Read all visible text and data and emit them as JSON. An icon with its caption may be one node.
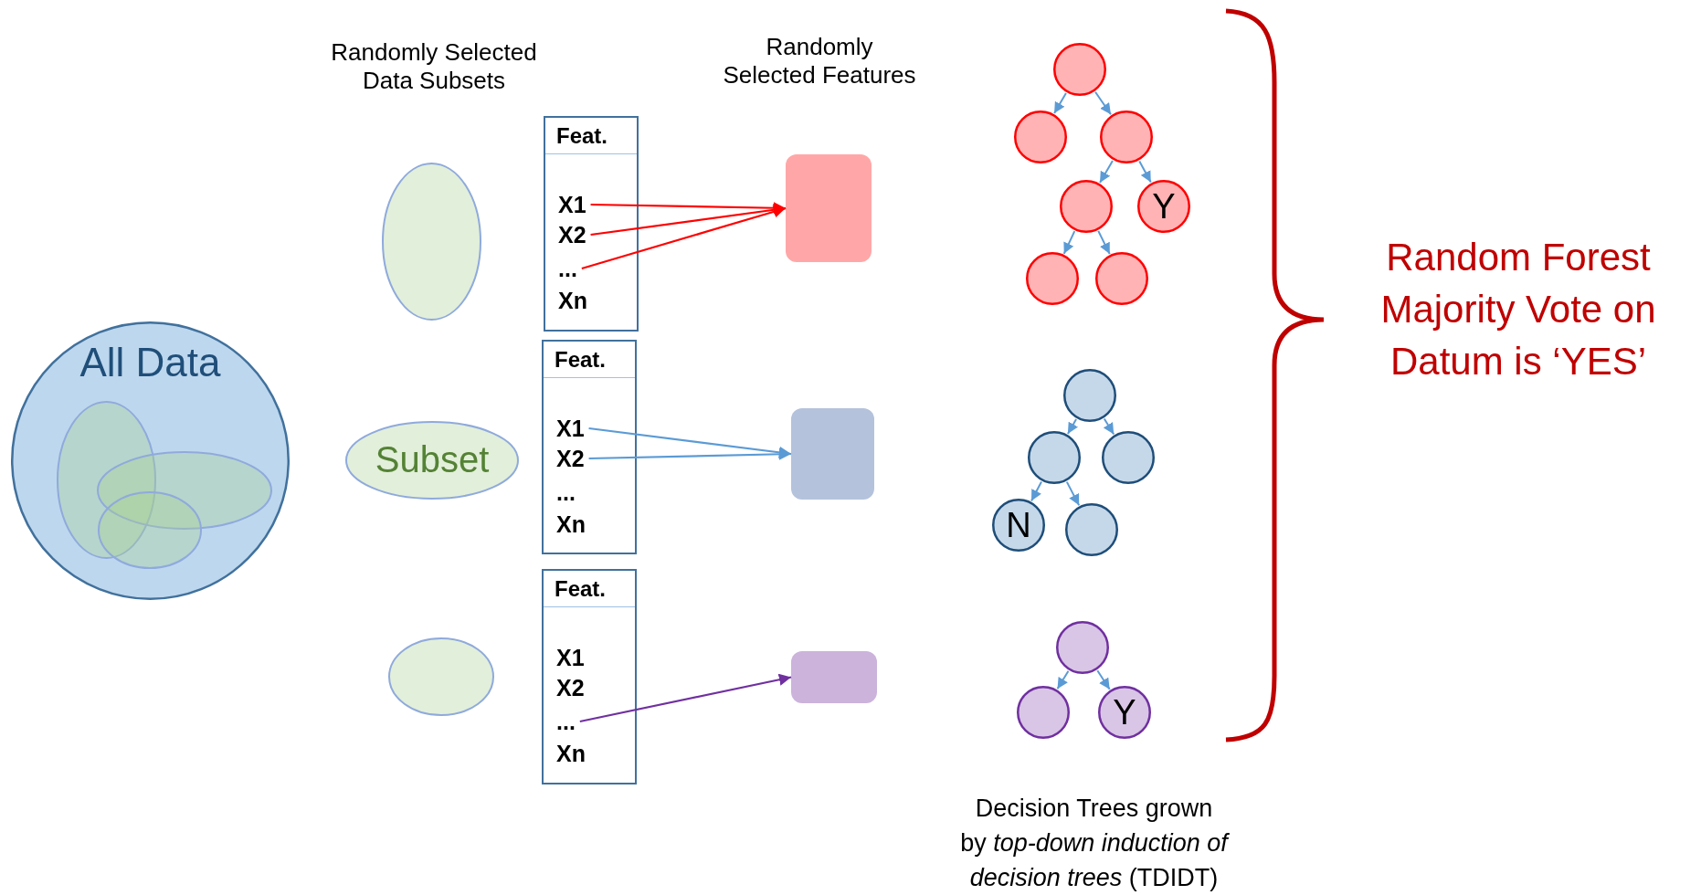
{
  "diagram": {
    "nodes": [
      {
        "text": [
          "All Data"
        ]
      },
      {
        "text": [],
        "shape": "ellipse",
        "in": 0
      },
      {
        "text": [],
        "shape": "ellipse",
        "in": 0
      },
      {
        "text": [],
        "shape": "ellipse",
        "in": 0
      },
      {
        "text": [],
        "shape": "ellipse"
      },
      {
        "text": [
          "Subset"
        ]
      },
      {
        "text": [],
        "shape": "ellipse"
      },
      {
        "text": [
          "Feat."
        ]
      },
      {
        "text": [
          "X1"
        ],
        "in": 7
      },
      {
        "text": [
          "X2"
        ],
        "in": 7
      },
      {
        "text": [
          "..."
        ],
        "in": 7
      },
      {
        "text": [
          "Xn"
        ],
        "in": 7
      },
      {
        "text": [
          "Feat."
        ]
      },
      {
        "text": [
          "X1"
        ],
        "in": 12
      },
      {
        "text": [
          "X2"
        ],
        "in": 12
      },
      {
        "text": [
          "..."
        ],
        "in": 12
      },
      {
        "text": [
          "Xn"
        ],
        "in": 12
      },
      {
        "text": [
          "Feat."
        ]
      },
      {
        "text": [
          "X1"
        ],
        "in": 17
      },
      {
        "text": [
          "X2"
        ],
        "in": 17
      },
      {
        "text": [
          "..."
        ],
        "in": 17
      },
      {
        "text": [
          "Xn"
        ],
        "in": 17
      },
      {
        "text": [],
        "shape": "box"
      },
      {
        "text": [],
        "shape": "box"
      },
      {
        "text": [],
        "shape": "box"
      },
      {
        "text": [],
        "shape": "circle"
      },
      {
        "text": [],
        "shape": "circle"
      },
      {
        "text": [],
        "shape": "circle"
      },
      {
        "text": [],
        "shape": "circle"
      },
      {
        "text": [
          "Y"
        ]
      },
      {
        "text": [],
        "shape": "circle"
      },
      {
        "text": [],
        "shape": "circle"
      },
      {
        "text": [],
        "shape": "circle"
      },
      {
        "text": [],
        "shape": "circle"
      },
      {
        "text": [],
        "shape": "circle"
      },
      {
        "text": [
          "N"
        ]
      },
      {
        "text": [],
        "shape": "circle"
      },
      {
        "text": [],
        "shape": "circle"
      },
      {
        "text": [],
        "shape": "circle"
      },
      {
        "text": [
          "Y"
        ]
      }
    ],
    "edges": [
      {
        "from": 8,
        "to": 22,
        "arrow": "to",
        "color": "#ff0000"
      },
      {
        "from": 9,
        "to": 22,
        "arrow": "to",
        "color": "#ff0000"
      },
      {
        "from": 10,
        "to": 22,
        "arrow": "to",
        "color": "#ff0000"
      },
      {
        "from": 13,
        "to": 23,
        "arrow": "to"
      },
      {
        "from": 14,
        "to": 23,
        "arrow": "to"
      },
      {
        "from": 20,
        "to": 24,
        "arrow": "to",
        "color": "#7030a0"
      },
      {
        "from": 25,
        "to": 26,
        "arrow": "to"
      },
      {
        "from": 25,
        "to": 27,
        "arrow": "to"
      },
      {
        "from": 27,
        "to": 28,
        "arrow": "to"
      },
      {
        "from": 27,
        "to": 29,
        "arrow": "to"
      },
      {
        "from": 28,
        "to": 30,
        "arrow": "to"
      },
      {
        "from": 28,
        "to": 31,
        "arrow": "to"
      },
      {
        "from": 32,
        "to": 33,
        "arrow": "to"
      },
      {
        "from": 32,
        "to": 34,
        "arrow": "to"
      },
      {
        "from": 33,
        "to": 35,
        "arrow": "to"
      },
      {
        "from": 33,
        "to": 36,
        "arrow": "to"
      },
      {
        "from": 37,
        "to": 38,
        "arrow": "to"
      },
      {
        "from": 37,
        "to": 39,
        "arrow": "to"
      }
    ],
    "labels": [
      "Randomly Selected Data Subsets",
      "Randomly Selected Features",
      "Random Forest Majority Vote on Datum is ‘YES’",
      "Decision Trees grown by *top-down induction of decision trees* (TDIDT)"
    ]
  }
}
